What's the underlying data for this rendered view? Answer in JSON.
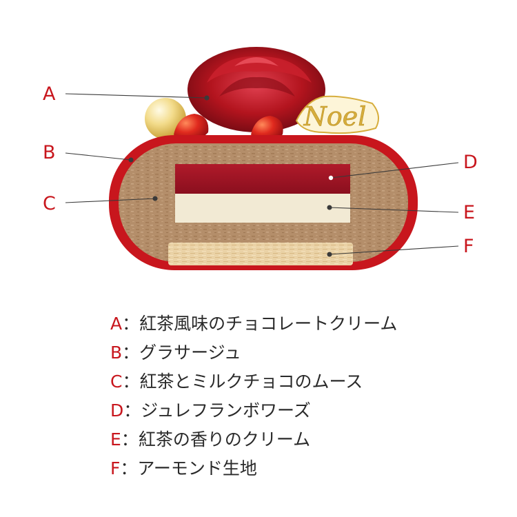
{
  "colors": {
    "accent_red": "#c8161d",
    "mousse": "#b48e6a",
    "jelly": "#9e1424",
    "cream": "#f2ead4",
    "sponge": "#ead2a6",
    "gold": "#d6ad3c"
  },
  "decoration": {
    "plaque_text": "Noel"
  },
  "callouts": [
    {
      "letter": "A"
    },
    {
      "letter": "B"
    },
    {
      "letter": "C"
    },
    {
      "letter": "D"
    },
    {
      "letter": "E"
    },
    {
      "letter": "F"
    }
  ],
  "legend": [
    {
      "letter": "A",
      "sep": "：",
      "text": "紅茶風味のチョコレートクリーム"
    },
    {
      "letter": "B",
      "sep": "：",
      "text": "グラサージュ"
    },
    {
      "letter": "C",
      "sep": "：",
      "text": "紅茶とミルクチョコのムース"
    },
    {
      "letter": "D",
      "sep": "：",
      "text": "ジュレフランボワーズ"
    },
    {
      "letter": "E",
      "sep": "：",
      "text": "紅茶の香りのクリーム"
    },
    {
      "letter": "F",
      "sep": "：",
      "text": "アーモンド生地"
    }
  ]
}
